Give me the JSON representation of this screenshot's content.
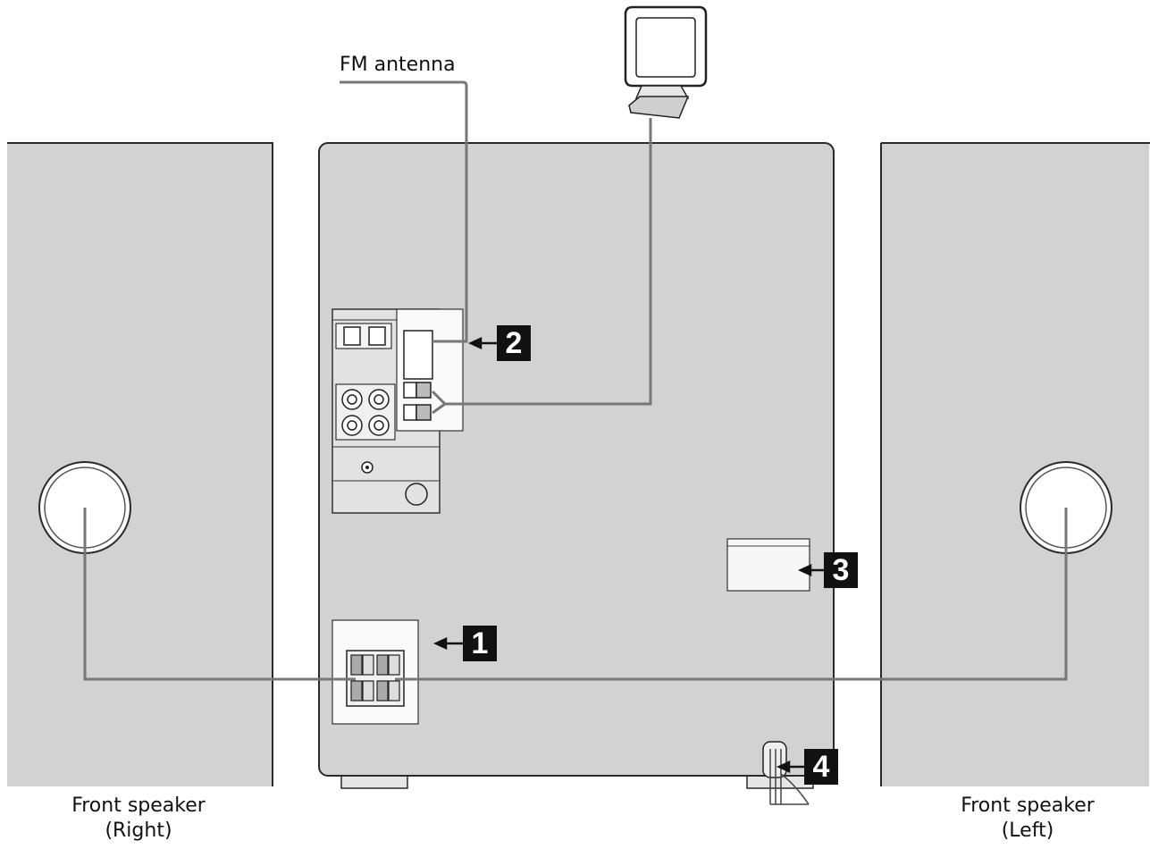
{
  "labels": {
    "fm_antenna": "FM antenna",
    "speaker_right_line1": "Front speaker",
    "speaker_right_line2": "(Right)",
    "speaker_left_line1": "Front speaker",
    "speaker_left_line2": "(Left)"
  },
  "callouts": {
    "one": "1",
    "two": "2",
    "three": "3",
    "four": "4"
  },
  "colors": {
    "panel_gray": "#d2d2d2",
    "outline": "#2a2a2a",
    "cable": "#777777",
    "badge": "#111111"
  }
}
